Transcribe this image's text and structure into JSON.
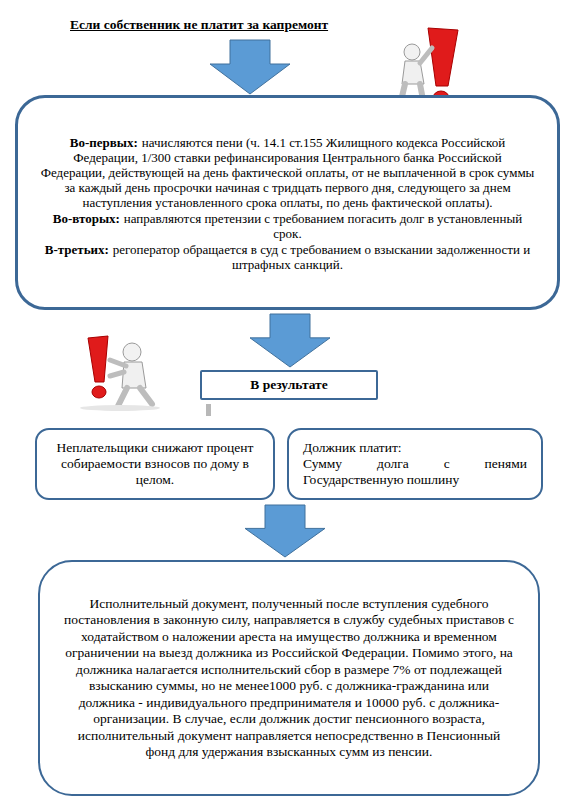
{
  "diagram": {
    "title": "Если собственник не платит за капремонт",
    "nodes": [
      {
        "text": [
          "Во-первых:",
          "начисляются пени (ч. 14.1 ст.155 Жилищного кодекса Российской Федерации, 1/300 ставки рефинансирования Центрального банка Российской Федерации, действующей на день фактической оплаты, от не выплаченной в срок суммы за каждый день просрочки начиная с тридцать первого дня, следующего за днем наступления установленного срока оплаты, по день фактической оплаты).",
          "Во-вторых:",
          "направляются претензии с требованием погасить долг в установленный срок.",
          "В-третьих:",
          "регоператор обращается в суд с требованием о взыскании задолженности и штрафных санкций."
        ]
      },
      {
        "text": [
          "В результате"
        ]
      },
      {
        "text": [
          "Неплательщики снижают процент собираемости взносов по дому в целом."
        ]
      },
      {
        "text": [
          "Должник платит:",
          "Сумму долга с пенями",
          "Государственную пошлину"
        ]
      },
      {
        "text": [
          "Исполнительный документ, полученный после вступления судебного постановления в законную силу, направляется в службу судебных приставов с ходатайством о наложении ареста на имущество должника и временном ограничении на выезд должника из Российской Федерации. Помимо этого, на должника налагается исполнительский сбор в размере 7% от подлежащей взысканию суммы, но не менее1000 руб. с должника-гражданина или должника - индивидуального предпринимателя и 10000 руб. с должника-организации. В случае, если должник достиг пенсионного возраста, исполнительный документ направляется непосредственно в Пенсионный фонд для удержания взысканных сумм из пенсии."
        ]
      }
    ],
    "edges": [
      {
        "from": 0,
        "to": 1,
        "arrow": "to"
      },
      {
        "from": 3,
        "to": 4,
        "arrow": "to"
      }
    ]
  }
}
